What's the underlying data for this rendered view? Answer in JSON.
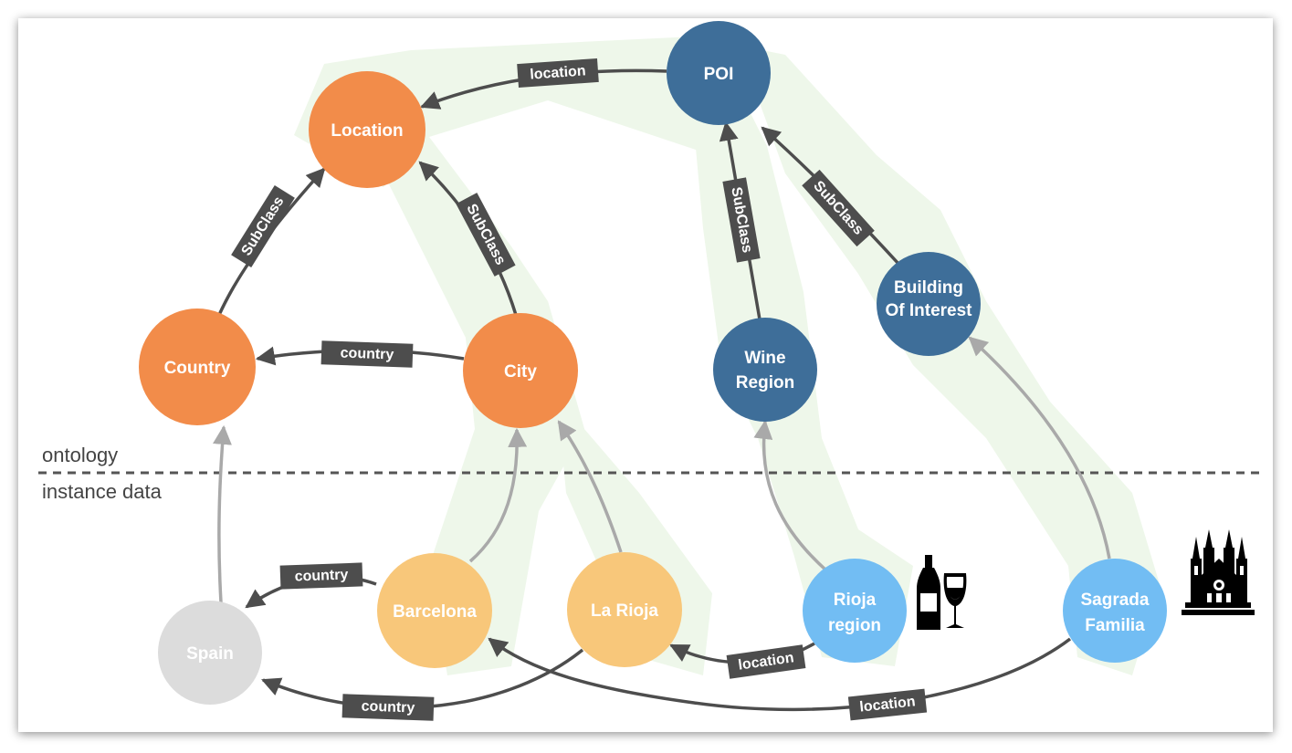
{
  "colors": {
    "ontology_orange": "#f28c4a",
    "instance_orange": "#f8c77a",
    "ontology_blue": "#3e6e99",
    "instance_blue": "#72bdf3",
    "spain_gray": "#dcdcdc",
    "edge_dark": "#4d4d4d",
    "edge_light": "#a9a9a9",
    "highlight": "#eef7ea"
  },
  "sections": {
    "top": "ontology",
    "bottom": "instance data"
  },
  "nodes": {
    "poi": {
      "label": [
        "POI"
      ]
    },
    "location": {
      "label": [
        "Location"
      ]
    },
    "country": {
      "label": [
        "Country"
      ]
    },
    "city": {
      "label": [
        "City"
      ]
    },
    "wine_region": {
      "label": [
        "Wine",
        "Region"
      ]
    },
    "building": {
      "label": [
        "Building",
        "Of Interest"
      ]
    },
    "spain": {
      "label": [
        "Spain"
      ]
    },
    "barcelona": {
      "label": [
        "Barcelona"
      ]
    },
    "la_rioja": {
      "label": [
        "La Rioja"
      ]
    },
    "rioja_region": {
      "label": [
        "Rioja",
        "region"
      ]
    },
    "sagrada": {
      "label": [
        "Sagrada",
        "Familia"
      ]
    }
  },
  "edges": {
    "poi_location": "location",
    "country_subclass": "SubClass",
    "city_subclass": "SubClass",
    "wine_subclass": "SubClass",
    "building_subclass": "SubClass",
    "city_country": "country",
    "barcelona_country": "country",
    "larioja_country": "country",
    "rioja_location": "location",
    "sagrada_location": "location"
  },
  "icons": [
    "wine-bottle-glass-icon",
    "cathedral-icon"
  ]
}
